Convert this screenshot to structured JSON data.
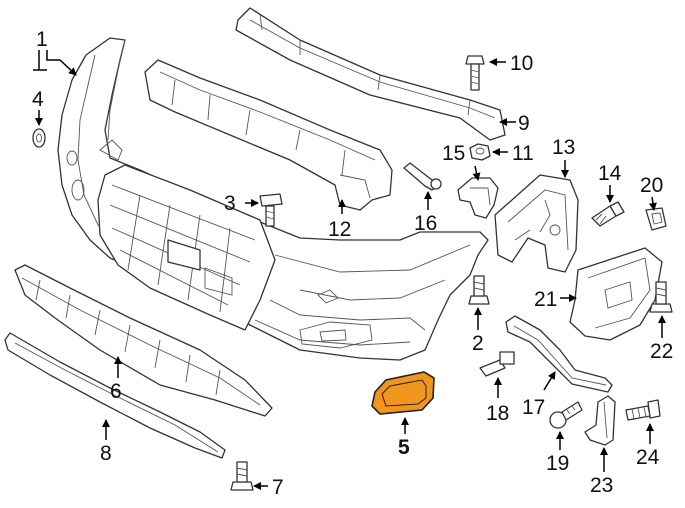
{
  "diagram": {
    "highlight_color": "#f0961e",
    "highlighted_part": "5",
    "callouts": [
      "1",
      "2",
      "3",
      "4",
      "5",
      "6",
      "7",
      "8",
      "9",
      "10",
      "11",
      "12",
      "13",
      "14",
      "15",
      "16",
      "17",
      "18",
      "19",
      "20",
      "21",
      "22",
      "23",
      "24"
    ]
  }
}
